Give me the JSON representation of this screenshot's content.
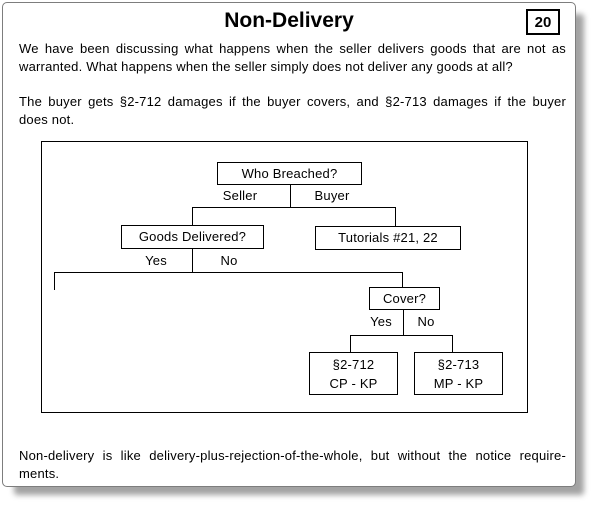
{
  "header": {
    "title": "Non-Delivery",
    "page_number": "20"
  },
  "paragraphs": {
    "intro": [
      "We have been discussing what happens when the seller delivers goods that are not as",
      "warranted. What happens when the seller simply does not deliver any goods at all?"
    ],
    "damages": [
      "The buyer gets §2-712 damages if the buyer covers, and §2-713 damages if the buyer",
      "does not."
    ],
    "footer": [
      "Non-delivery is like delivery-plus-rejection-of-the-whole, but without the notice require-",
      "ments."
    ]
  },
  "flowchart": {
    "who_breached": "Who Breached?",
    "seller_label": "Seller",
    "buyer_label": "Buyer",
    "goods_delivered": "Goods Delivered?",
    "tutorials": "Tutorials #21, 22",
    "goods_yes_label": "Yes",
    "goods_no_label": "No",
    "cover": "Cover?",
    "cover_yes_label": "Yes",
    "cover_no_label": "No",
    "cover_yes_box": {
      "line1": "§2-712",
      "line2": "CP - KP"
    },
    "cover_no_box": {
      "line1": "§2-713",
      "line2": "MP - KP"
    }
  },
  "colors": {
    "text": "#000000",
    "line": "#000000",
    "page_background": "#ffffff",
    "page_border": "#7d7d7d",
    "shadow": "#a3a3a3"
  }
}
